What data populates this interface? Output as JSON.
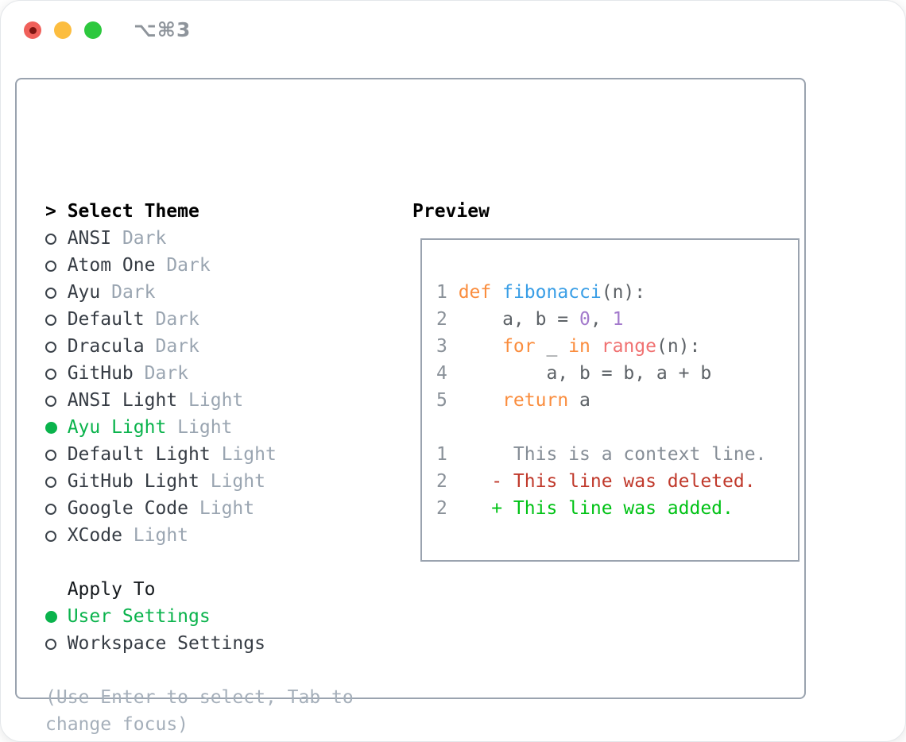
{
  "window": {
    "shortcut": "⌥⌘3"
  },
  "theme_panel": {
    "header_prefix": ">",
    "header": "Select Theme",
    "items": [
      {
        "name": "ANSI",
        "variant": "Dark",
        "selected": false
      },
      {
        "name": "Atom One",
        "variant": "Dark",
        "selected": false
      },
      {
        "name": "Ayu",
        "variant": "Dark",
        "selected": false
      },
      {
        "name": "Default",
        "variant": "Dark",
        "selected": false
      },
      {
        "name": "Dracula",
        "variant": "Dark",
        "selected": false
      },
      {
        "name": "GitHub",
        "variant": "Dark",
        "selected": false
      },
      {
        "name": "ANSI Light",
        "variant": "Light",
        "selected": false
      },
      {
        "name": "Ayu Light",
        "variant": "Light",
        "selected": true
      },
      {
        "name": "Default Light",
        "variant": "Light",
        "selected": false
      },
      {
        "name": "GitHub Light",
        "variant": "Light",
        "selected": false
      },
      {
        "name": "Google Code",
        "variant": "Light",
        "selected": false
      },
      {
        "name": "XCode",
        "variant": "Light",
        "selected": false
      }
    ]
  },
  "apply_panel": {
    "header": "Apply To",
    "items": [
      {
        "label": "User Settings",
        "selected": true
      },
      {
        "label": "Workspace Settings",
        "selected": false
      }
    ]
  },
  "hint": {
    "lines": [
      "(Use Enter to select, Tab to",
      "change focus)"
    ]
  },
  "preview": {
    "header": "Preview",
    "lines": [
      {
        "num": "1",
        "segments": [
          {
            "text": "def",
            "style": "keyword"
          },
          {
            "text": " ",
            "style": "plain"
          },
          {
            "text": "fibonacci",
            "style": "function"
          },
          {
            "text": "(n):",
            "style": "plain"
          }
        ]
      },
      {
        "num": "2",
        "segments": [
          {
            "text": "    a, b = ",
            "style": "plain"
          },
          {
            "text": "0",
            "style": "number"
          },
          {
            "text": ", ",
            "style": "plain"
          },
          {
            "text": "1",
            "style": "number"
          }
        ]
      },
      {
        "num": "3",
        "segments": [
          {
            "text": "    ",
            "style": "plain"
          },
          {
            "text": "for",
            "style": "keyword"
          },
          {
            "text": " _ ",
            "style": "plain"
          },
          {
            "text": "in",
            "style": "keyword"
          },
          {
            "text": " ",
            "style": "plain"
          },
          {
            "text": "range",
            "style": "builtin"
          },
          {
            "text": "(n):",
            "style": "plain"
          }
        ]
      },
      {
        "num": "4",
        "segments": [
          {
            "text": "        a, b = b, a + b",
            "style": "plain"
          }
        ]
      },
      {
        "num": "5",
        "segments": [
          {
            "text": "    ",
            "style": "plain"
          },
          {
            "text": "return",
            "style": "keyword"
          },
          {
            "text": " a",
            "style": "plain"
          }
        ]
      },
      {
        "num": "",
        "segments": []
      },
      {
        "num": "1",
        "segments": [
          {
            "text": "     This is a context line.",
            "style": "context"
          }
        ]
      },
      {
        "num": "2",
        "segments": [
          {
            "text": "   - This line was deleted.",
            "style": "deleted"
          }
        ]
      },
      {
        "num": "2",
        "segments": [
          {
            "text": "   + This line was added.",
            "style": "added"
          }
        ]
      }
    ]
  },
  "colors": {
    "keyword": "#fa8d3e",
    "function_name": "#399ee6",
    "builtin": "#f07171",
    "number": "#a37acc",
    "code_plain": "#5c6166",
    "line_number": "#8a9199",
    "context": "#858d96",
    "deleted": "#c0392b",
    "added": "#00c215",
    "selected_green": "#0ab34c",
    "text_dark": "#363c44",
    "suffix_gray": "#9aa5b1",
    "hint_gray": "#a5afba",
    "border_gray": "#9aa3af",
    "traffic_red": "#f0605a",
    "traffic_yellow": "#fcbd3f",
    "traffic_green": "#2dc83e",
    "shortcut_gray": "#8e949b"
  }
}
